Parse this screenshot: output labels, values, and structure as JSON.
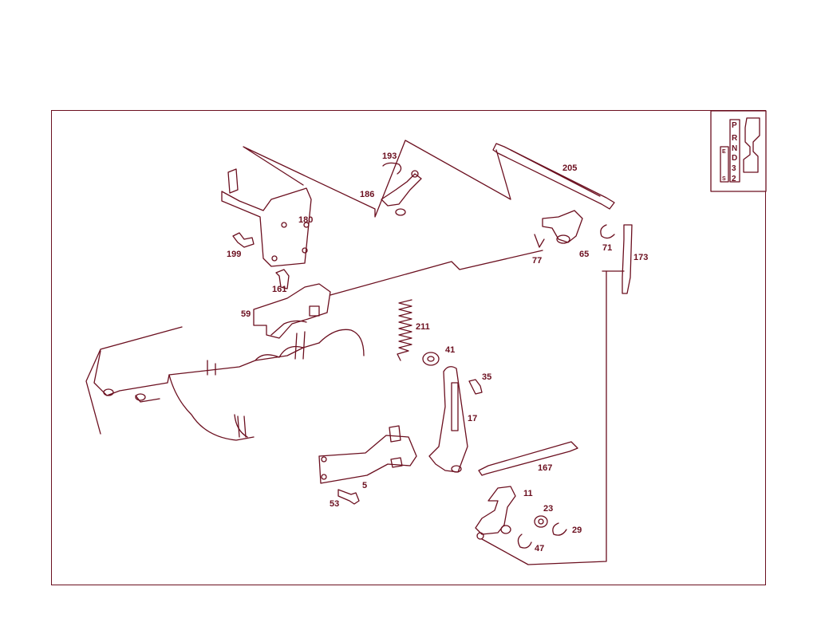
{
  "part_labels": {
    "p205": "205",
    "p193": "193",
    "p186": "186",
    "p180": "180",
    "p199": "199",
    "p77": "77",
    "p65": "65",
    "p71": "71",
    "p173": "173",
    "p161": "161",
    "p59": "59",
    "p211": "211",
    "p41": "41",
    "p35": "35",
    "p17": "17",
    "p167": "167",
    "p5": "5",
    "p53": "53",
    "p11": "11",
    "p23": "23",
    "p29": "29",
    "p47": "47"
  },
  "gear_indicator": {
    "positions": [
      "P",
      "R",
      "N",
      "D",
      "3",
      "2"
    ],
    "left_marks": [
      "E",
      "S"
    ]
  },
  "colors": {
    "line": "#6b0f1f",
    "background": "#ffffff"
  }
}
